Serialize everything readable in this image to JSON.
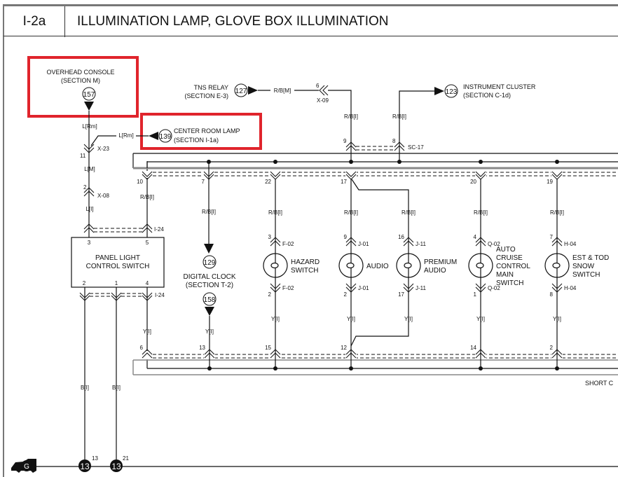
{
  "header": {
    "section_id": "I-2a",
    "title": "ILLUMINATION LAMP, GLOVE BOX ILLUMINATION"
  },
  "highlight_color": "#e0242c",
  "sources": {
    "overhead_console": {
      "name": "OVERHEAD CONSOLE",
      "section": "(SECTION M)",
      "ref": "157"
    },
    "center_room_lamp": {
      "name": "CENTER ROOM LAMP",
      "section": "(SECTION I-1a)",
      "ref": "139"
    },
    "tns_relay": {
      "name": "TNS RELAY",
      "section": "(SECTION E-3)",
      "ref": "127"
    },
    "instrument_cluster": {
      "name": "INSTRUMENT CLUSTER",
      "section": "(SECTION C-1d)",
      "ref": "123"
    },
    "digital_clock": {
      "name": "DIGITAL CLOCK",
      "section": "(SECTION T-2)",
      "ref_in": "129",
      "ref_out": "158"
    }
  },
  "wires": {
    "l_rm": "L[Rm]",
    "l_m": "L[M]",
    "l_i": "L[I]",
    "rb_m": "R/B[M]",
    "rb_i": "R/B[I]",
    "y_i": "Y[I]",
    "b_i": "B[I]"
  },
  "connectors": {
    "x23": "X-23",
    "x23_pin": "11",
    "x08": "X-08",
    "x08_pin": "2",
    "x09": "X-09",
    "x09_pin": "6",
    "sc17": "SC-17",
    "sc17_pin_a": "9",
    "sc17_pin_b": "8",
    "i24": "I-24"
  },
  "panel_switch": {
    "line1": "PANEL LIGHT",
    "line2": "CONTROL SWITCH",
    "pins_top": [
      "3",
      "5"
    ],
    "pins_bottom": [
      "2",
      "1",
      "4"
    ]
  },
  "top_joint_pins": [
    "10",
    "7",
    "22",
    "17",
    "20",
    "19"
  ],
  "bottom_joint_pins": [
    "6",
    "13",
    "15",
    "12",
    "14",
    "2"
  ],
  "lamps": [
    {
      "label": [
        "HAZARD",
        "SWITCH"
      ],
      "conn": "F-02",
      "pin_in": "3",
      "pin_out": "2"
    },
    {
      "label": [
        "AUDIO"
      ],
      "conn": "J-01",
      "pin_in": "9",
      "pin_out": "2"
    },
    {
      "label": [
        "PREMIUM",
        "AUDIO"
      ],
      "conn": "J-11",
      "pin_in": "16",
      "pin_out": "17"
    },
    {
      "label": [
        "AUTO",
        "CRUISE",
        "CONTROL",
        "MAIN",
        "SWITCH"
      ],
      "conn": "Q-02",
      "pin_in": "4",
      "pin_out": "1"
    },
    {
      "label": [
        "EST & TOD",
        "SNOW",
        "SWITCH"
      ],
      "conn": "H-04",
      "pin_in": "7",
      "pin_out": "8"
    }
  ],
  "short_connector_label": "SHORT C",
  "ground": {
    "symbol": "G",
    "points": [
      {
        "ref": "13",
        "pin": "13"
      },
      {
        "ref": "13",
        "pin": "21"
      }
    ]
  }
}
